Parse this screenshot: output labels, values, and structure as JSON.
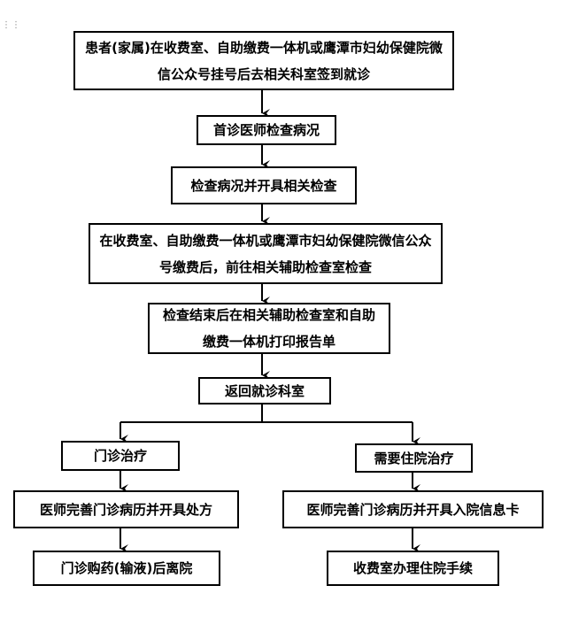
{
  "steps": {
    "s1": "患者(家属)在收费室、自助缴费一体机或鹰潭市妇幼保健院微信公众号挂号后去相关科室签到就诊",
    "s2": "首诊医师检查病况",
    "s3": "检查病况并开具相关检查",
    "s4": "在收费室、自助缴费一体机或鹰潭市妇幼保健院微信公众号缴费后，前往相关辅助检查室检查",
    "s5": "检查结束后在相关辅助检查室和自助缴费一体机打印报告单",
    "s6": "返回就诊科室"
  },
  "left_branch": {
    "b1": "门诊治疗",
    "b2": "医师完善门诊病历并开具处方",
    "b3": "门诊购药(输液)后离院"
  },
  "right_branch": {
    "b1": "需要住院治疗",
    "b2": "医师完善门诊病历并开具入院信息卡",
    "b3": "收费室办理住院手续"
  }
}
